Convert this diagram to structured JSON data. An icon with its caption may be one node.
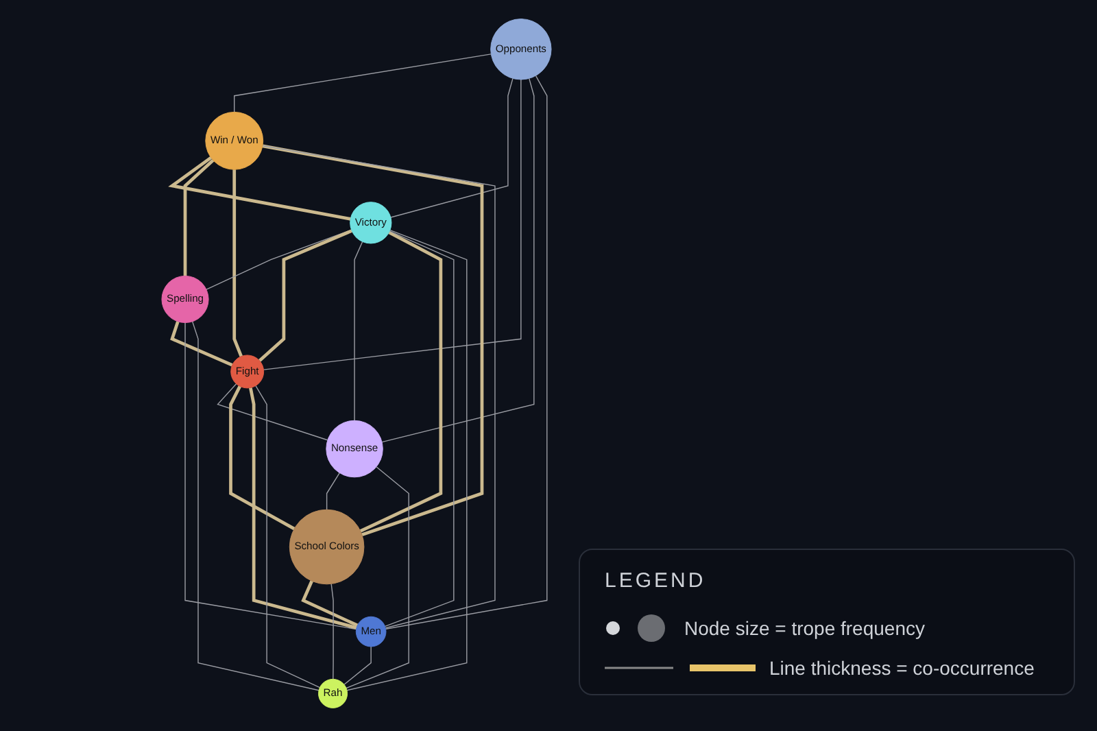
{
  "diagram": {
    "nodes": [
      {
        "text": [
          "Opponents"
        ]
      },
      {
        "text": [
          "Win / Won"
        ]
      },
      {
        "text": [
          "Victory"
        ]
      },
      {
        "text": [
          "Spelling"
        ]
      },
      {
        "text": [
          "Fight"
        ]
      },
      {
        "text": [
          "Nonsense"
        ]
      },
      {
        "text": [
          "School Colors"
        ]
      },
      {
        "text": [
          "Men"
        ]
      },
      {
        "text": [
          "Rah"
        ]
      }
    ],
    "edges": [
      {
        "from": 0,
        "to": 1,
        "arrow": "none"
      },
      {
        "from": 0,
        "to": 2,
        "arrow": "none"
      },
      {
        "from": 0,
        "to": 4,
        "arrow": "none"
      },
      {
        "from": 0,
        "to": 5,
        "arrow": "none"
      },
      {
        "from": 0,
        "to": 7,
        "arrow": "none"
      },
      {
        "from": 1,
        "to": 2,
        "arrow": "none",
        "style": "thick",
        "color": "#cbb98e"
      },
      {
        "from": 1,
        "to": 3,
        "arrow": "none",
        "style": "thick",
        "color": "#cbb98e"
      },
      {
        "from": 1,
        "to": 4,
        "arrow": "none",
        "style": "thick",
        "color": "#cbb98e"
      },
      {
        "from": 1,
        "to": 6,
        "arrow": "none",
        "style": "thick",
        "color": "#cbb98e"
      },
      {
        "from": 1,
        "to": 7,
        "arrow": "none"
      },
      {
        "from": 2,
        "to": 3,
        "arrow": "none"
      },
      {
        "from": 2,
        "to": 4,
        "arrow": "none",
        "style": "thick",
        "color": "#cbb98e"
      },
      {
        "from": 2,
        "to": 5,
        "arrow": "none"
      },
      {
        "from": 2,
        "to": 6,
        "arrow": "none",
        "style": "thick",
        "color": "#cbb98e"
      },
      {
        "from": 2,
        "to": 7,
        "arrow": "none"
      },
      {
        "from": 2,
        "to": 8,
        "arrow": "none"
      },
      {
        "from": 3,
        "to": 4,
        "arrow": "none",
        "style": "thick",
        "color": "#cbb98e"
      },
      {
        "from": 3,
        "to": 7,
        "arrow": "none"
      },
      {
        "from": 3,
        "to": 8,
        "arrow": "none"
      },
      {
        "from": 4,
        "to": 5,
        "arrow": "none"
      },
      {
        "from": 4,
        "to": 6,
        "arrow": "none",
        "style": "thick",
        "color": "#cbb98e"
      },
      {
        "from": 4,
        "to": 7,
        "arrow": "none",
        "style": "thick",
        "color": "#cbb98e"
      },
      {
        "from": 4,
        "to": 8,
        "arrow": "none"
      },
      {
        "from": 5,
        "to": 6,
        "arrow": "none"
      },
      {
        "from": 5,
        "to": 8,
        "arrow": "none"
      },
      {
        "from": 6,
        "to": 7,
        "arrow": "none",
        "style": "thick",
        "color": "#cbb98e"
      },
      {
        "from": 6,
        "to": 8,
        "arrow": "none"
      },
      {
        "from": 7,
        "to": 8,
        "arrow": "none"
      }
    ],
    "labels": [
      "LEGEND"
    ],
    "legend": [
      {
        "text": "Node size = trope frequency"
      },
      {
        "text": "Line thickness = co-occurrence"
      }
    ]
  }
}
